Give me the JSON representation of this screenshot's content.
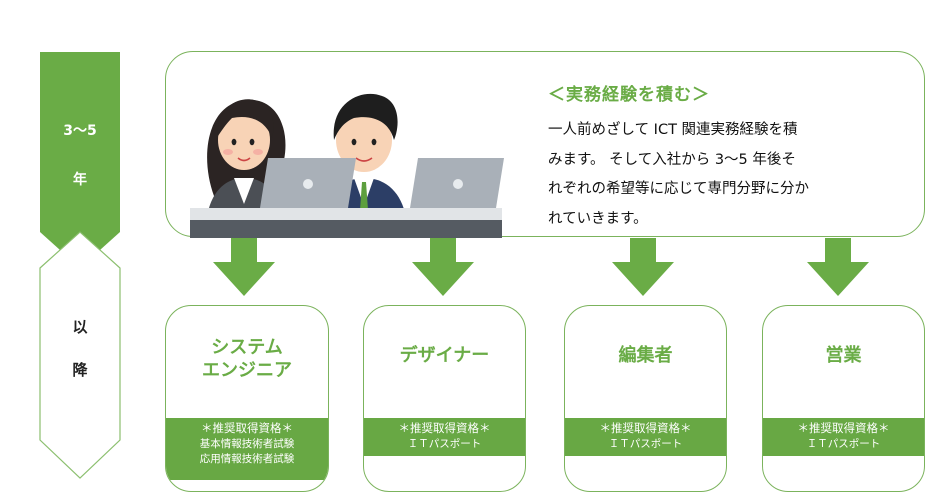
{
  "timeline": {
    "years_top": "3〜5",
    "years_bottom": "年",
    "after_top": "以",
    "after_bottom": "降",
    "colors": {
      "green": "#6aac46",
      "outline": "#8bbf6e"
    }
  },
  "experience": {
    "title": "＜実務経験を積む＞",
    "lines": [
      "一人前めざして ICT 関連実務経験を積",
      "みます。 そして入社から 3〜5 年後そ",
      "れぞれの希望等に応じて専門分野に分か",
      "れていきます。"
    ],
    "illustration": "two-office-workers-at-laptops"
  },
  "cards": [
    {
      "title_lines": [
        "システム",
        "エンジニア"
      ],
      "band_lines": [
        "＊推奨取得資格＊",
        "基本情報技術者試験",
        "応用情報技術者試験"
      ]
    },
    {
      "title_lines": [
        "デザイナー"
      ],
      "band_lines": [
        "＊推奨取得資格＊",
        "ＩＴパスポート"
      ]
    },
    {
      "title_lines": [
        "編集者"
      ],
      "band_lines": [
        "＊推奨取得資格＊",
        "ＩＴパスポート"
      ]
    },
    {
      "title_lines": [
        "営業"
      ],
      "band_lines": [
        "＊推奨取得資格＊",
        "ＩＴパスポート"
      ]
    }
  ],
  "colors": {
    "accent": "#6aac46",
    "band": "#68a844",
    "border": "#7bb35c"
  }
}
